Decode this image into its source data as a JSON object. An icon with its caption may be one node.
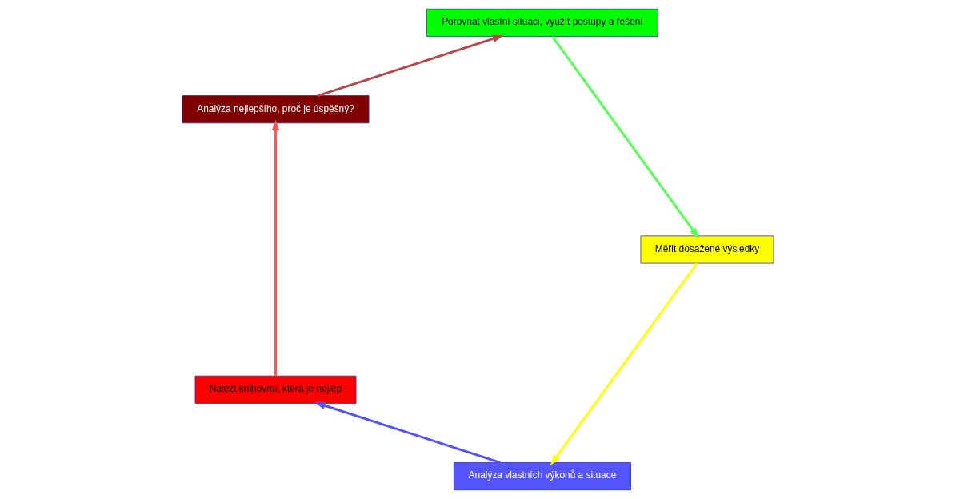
{
  "diagram": {
    "nodes": [
      {
        "text": [
          "Analýza vlastních výkonů a situace"
        ]
      },
      {
        "text": [
          "Měřit dosažené výsledky"
        ]
      },
      {
        "text": [
          "Nalézt knihovnu, která je nejlep"
        ]
      },
      {
        "text": [
          "Porovnat vlastní situaci, využít postupy a řešení"
        ]
      },
      {
        "text": [
          "Analýza nejlepšího, proč je úspěšný?"
        ]
      }
    ],
    "edges": [
      {
        "from": 0,
        "to": 2,
        "arrow": "to",
        "color": "#5050ff"
      },
      {
        "from": 2,
        "to": 4,
        "arrow": "to",
        "color": "#ff5555"
      },
      {
        "from": 4,
        "to": 3,
        "arrow": "to",
        "color": "#b94444"
      },
      {
        "from": 3,
        "to": 1,
        "arrow": "to",
        "color": "#55ff55"
      },
      {
        "from": 1,
        "to": 0,
        "arrow": "to",
        "color": "#ffff00"
      }
    ]
  }
}
